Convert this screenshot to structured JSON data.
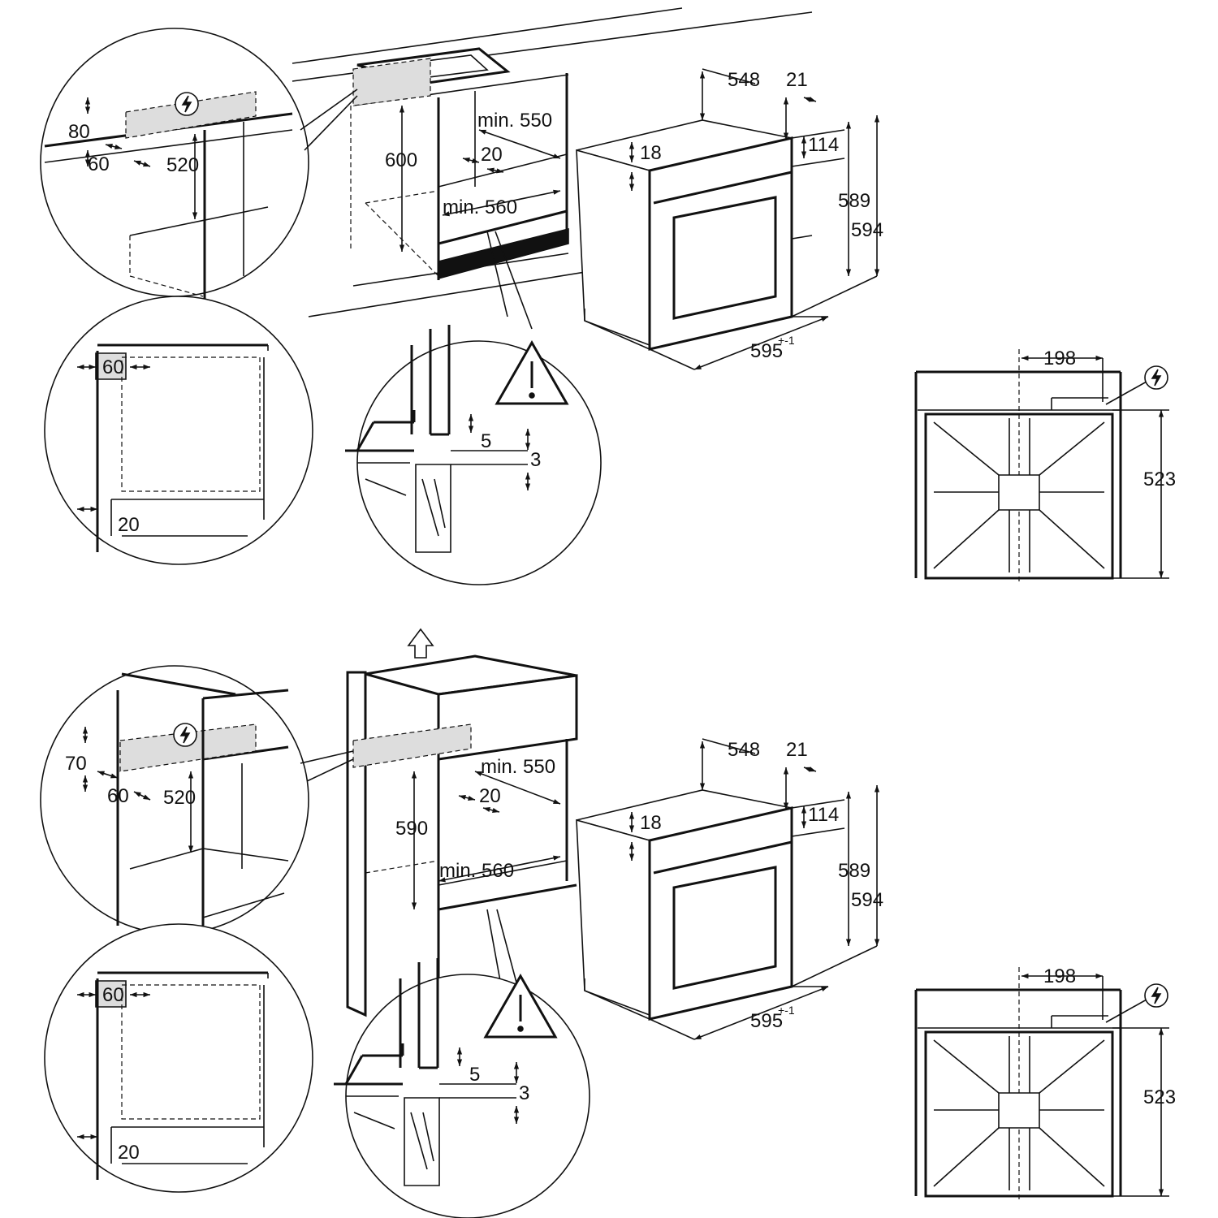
{
  "top": {
    "v80": "80",
    "c60_a": "60",
    "v520": "520",
    "v600": "600",
    "min550": "min. 550",
    "v20": "20",
    "min560": "min. 560",
    "v548": "548",
    "v21": "21",
    "v18": "18",
    "v114": "114",
    "v589": "589",
    "v594": "594",
    "v595": "595",
    "v595_tol": "+-1",
    "c60_b": "60",
    "c20": "20",
    "v5": "5",
    "v3": "3",
    "v198": "198",
    "v523": "523"
  },
  "bottom": {
    "v70": "70",
    "c60_a": "60",
    "v520": "520",
    "v590": "590",
    "min550": "min. 550",
    "v20": "20",
    "min560": "min. 560",
    "v548": "548",
    "v21": "21",
    "v18": "18",
    "v114": "114",
    "v589": "589",
    "v594": "594",
    "v595": "595",
    "v595_tol": "+-1",
    "c60_b": "60",
    "c20": "20",
    "v5": "5",
    "v3": "3",
    "v198": "198",
    "v523": "523"
  },
  "icons": {
    "electrical": "lightning-icon",
    "warning": "warning-triangle-icon",
    "lift": "up-arrow-icon"
  }
}
